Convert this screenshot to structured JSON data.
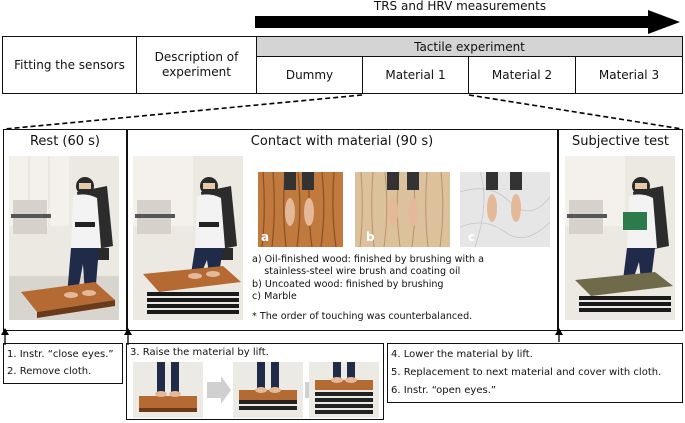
{
  "header": {
    "timeline_label": "TRS and HRV measurements",
    "fitting": "Fitting the sensors",
    "description": "Description of\nexperiment",
    "tactile": "Tactile experiment",
    "conditions": [
      "Dummy",
      "Material 1",
      "Material 2",
      "Material 3"
    ]
  },
  "panels": {
    "rest": "Rest (60 s)",
    "contact": "Contact with material (90 s)",
    "subjective": "Subjective test"
  },
  "material_tags": [
    "a",
    "b",
    "c"
  ],
  "caption": {
    "a": "a) Oil-finished wood: finished by brushing with a\n    stainless-steel wire brush and coating oil",
    "b": "b) Uncoated wood: finished by brushing",
    "c": "c) Marble",
    "note": "* The order of touching was counterbalanced."
  },
  "steps_left": [
    "1. Instr. “close eyes.”",
    "2. Remove cloth."
  ],
  "steps_middle": [
    "3. Raise the material by lift."
  ],
  "steps_right": [
    "4. Lower the material by lift.",
    "5. Replacement to next material and cover with cloth.",
    "6. Instr. “open eyes.”"
  ],
  "colors": {
    "tactile_header_bg": "#d4d4d4",
    "arrow": "#000000"
  }
}
